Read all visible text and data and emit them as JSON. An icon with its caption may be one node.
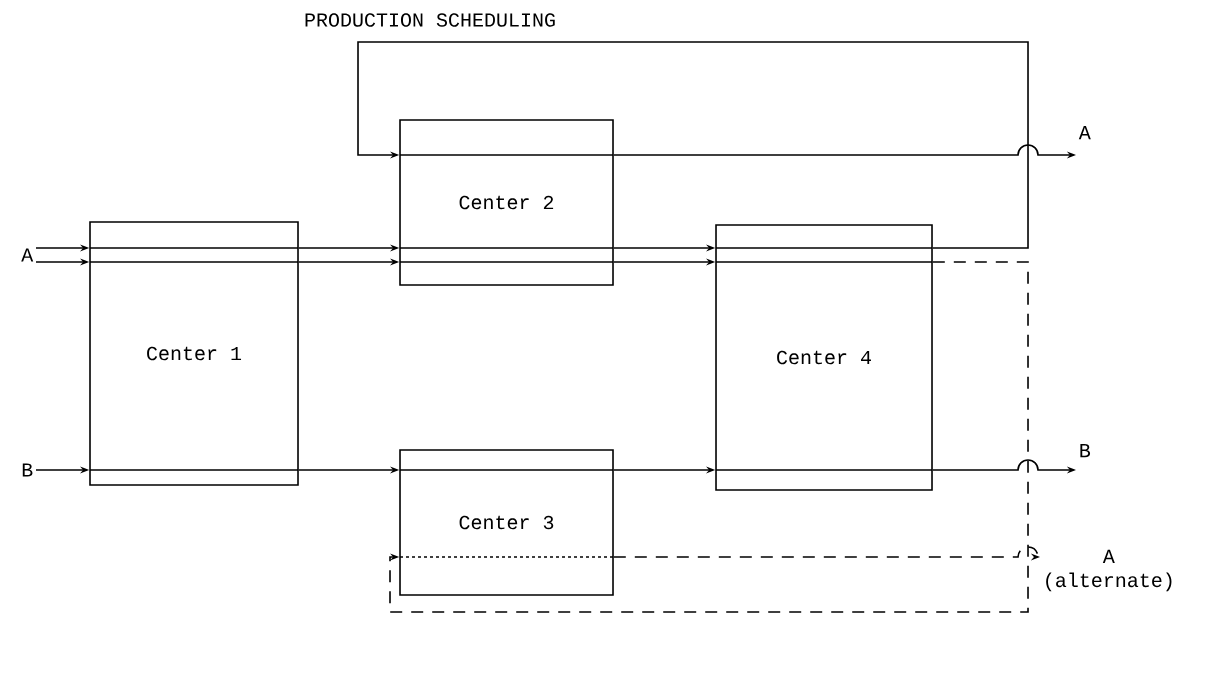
{
  "diagram": {
    "title": "PRODUCTION SCHEDULING",
    "nodes": [
      {
        "text": [
          "A"
        ]
      },
      {
        "text": [
          "B"
        ]
      },
      {
        "text": [
          "Center 1"
        ]
      },
      {
        "text": [
          "Center 2"
        ]
      },
      {
        "text": [
          "Center 3"
        ]
      },
      {
        "text": [
          "Center 4"
        ]
      },
      {
        "text": [
          "A"
        ]
      },
      {
        "text": [
          "B"
        ]
      },
      {
        "text": [
          "A",
          "(alternate)"
        ]
      }
    ],
    "edges": [
      {
        "from": 0,
        "to": 2,
        "arrow": "to"
      },
      {
        "from": 0,
        "to": 2,
        "arrow": "to"
      },
      {
        "from": 1,
        "to": 2,
        "arrow": "to"
      },
      {
        "from": 2,
        "to": 3,
        "arrow": "to"
      },
      {
        "from": 2,
        "to": 3,
        "arrow": "to"
      },
      {
        "from": 2,
        "to": 4,
        "arrow": "to"
      },
      {
        "from": 3,
        "to": 5,
        "arrow": "to"
      },
      {
        "from": 3,
        "to": 5,
        "arrow": "to"
      },
      {
        "from": 4,
        "to": 5,
        "arrow": "to"
      },
      {
        "from": 5,
        "to": 7,
        "arrow": "to"
      },
      {
        "from": 5,
        "to": 3,
        "arrow": "to"
      },
      {
        "from": 3,
        "to": 6,
        "arrow": "to"
      },
      {
        "from": 5,
        "to": 4,
        "arrow": "to",
        "style": "dashed"
      },
      {
        "from": 4,
        "to": 8,
        "arrow": "to",
        "style": "dashed"
      }
    ]
  }
}
